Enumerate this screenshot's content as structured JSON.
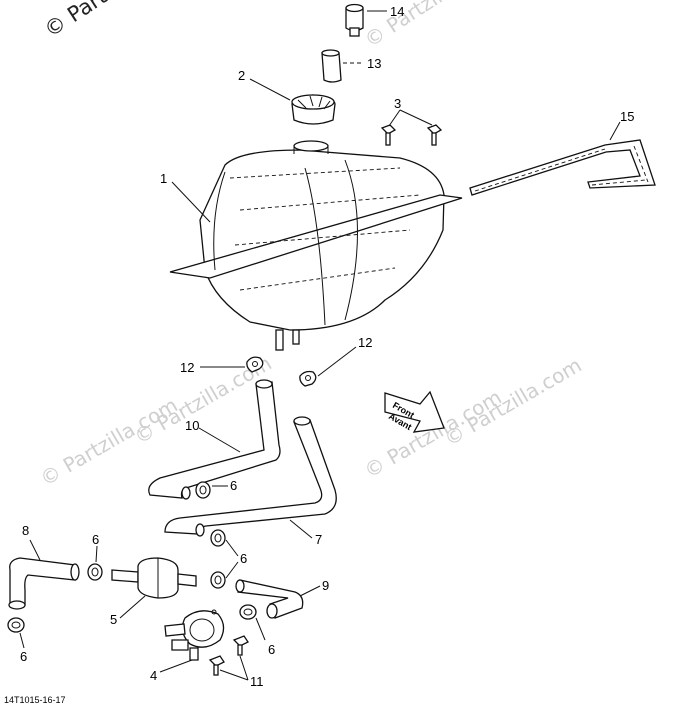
{
  "watermark": {
    "main": "© Partzilla.com",
    "faint": "© Partzilla.com"
  },
  "diagram_code": "14T1015-16-17",
  "front_arrow": {
    "line1": "Front",
    "line2": "Avant"
  },
  "callouts": {
    "c1": "1",
    "c2": "2",
    "c3": "3",
    "c4": "4",
    "c5": "5",
    "c6a": "6",
    "c6b": "6",
    "c6c": "6",
    "c6d": "6",
    "c6e": "6",
    "c7": "7",
    "c8": "8",
    "c9": "9",
    "c10": "10",
    "c11": "11",
    "c12a": "12",
    "c12b": "12",
    "c13": "13",
    "c14": "14",
    "c15": "15"
  }
}
